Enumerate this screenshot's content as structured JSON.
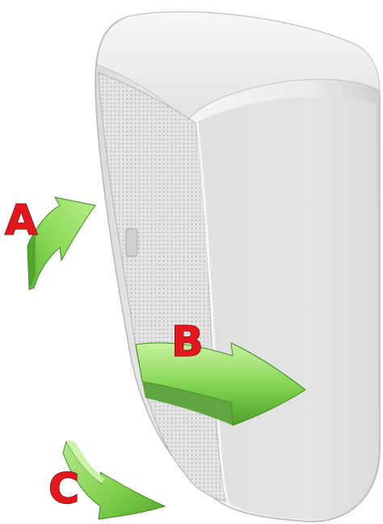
{
  "labels": {
    "a": "A",
    "b": "B",
    "c": "C"
  },
  "colors": {
    "speaker_body": "#ececec",
    "speaker_shadow": "#c9c9c9",
    "grille": "#d6d6d6",
    "arrow_light": "#b6ea8a",
    "arrow_mid": "#7fd24e",
    "arrow_dark": "#4fa52a",
    "label_red": "#e3171c"
  },
  "icons": {
    "speaker": "loudspeaker-enclosure",
    "arrow_a": "curved-arrow-up-right",
    "arrow_b": "curved-arrow-right",
    "arrow_c": "curved-arrow-down-right"
  }
}
